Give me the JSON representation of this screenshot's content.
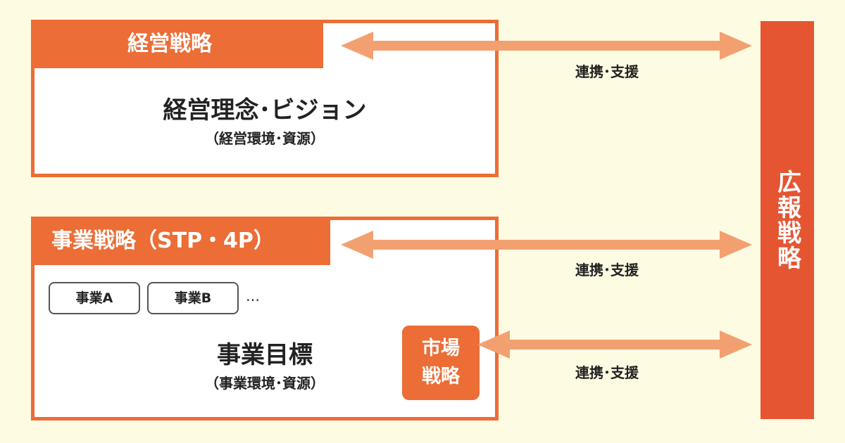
{
  "corporate": {
    "tab_label": "経営戦略",
    "title": "経営理念･ビジョン",
    "subtitle": "（経営環境･資源）"
  },
  "business": {
    "tab_label": "事業戦略（STP・4P）",
    "units": [
      "事業A",
      "事業B"
    ],
    "more": "…",
    "title": "事業目標",
    "subtitle": "（事業環境･資源）",
    "market_strategy_line1": "市場",
    "market_strategy_line2": "戦略"
  },
  "pr_strategy": {
    "label": "広報戦略"
  },
  "links": {
    "corporate_label": "連携･支援",
    "business_label": "連携･支援",
    "market_label": "連携･支援"
  },
  "colors": {
    "background": "#fefbe3",
    "accent": "#ec6d36",
    "pr_bar": "#e65532",
    "arrow": "#f2a070"
  }
}
